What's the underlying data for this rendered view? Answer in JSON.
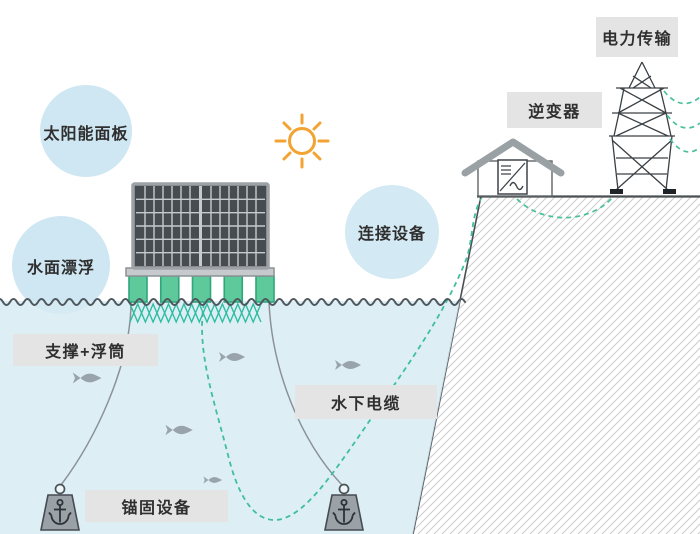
{
  "diagram": {
    "type": "floating-solar-photovoltaic-system",
    "callouts": {
      "solar_panel": "太阳能面板",
      "water_surface_floating": "水面漂浮",
      "connection_device": "连接设备",
      "support_buoy": "支撑+浮筒",
      "underwater_cable": "水下电缆",
      "anchor_device": "锚固设备",
      "inverter": "逆变器",
      "power_transmission": "电力传输"
    },
    "icons": [
      "sun-icon",
      "solar-panel-array",
      "pontoon-floats",
      "truss-zigzag",
      "water-wave",
      "fish-icon",
      "mooring-line",
      "underwater-cable-line",
      "anchor-icon",
      "house-icon",
      "inverter-symbol-icon",
      "transmission-tower-icon",
      "power-line-wires",
      "hatched-shore"
    ],
    "colors": {
      "accent_teal": "#3fbf9b",
      "float_green": "#5ec99b",
      "water_blue": "#d6eaf3",
      "bubble_blue": "#cfe7f2",
      "label_gray": "#e4e4e4",
      "sun_orange": "#f2a332",
      "panel_dark": "#474c50",
      "line_dark": "#3a4045",
      "fish_gray": "#99a3aa",
      "text_dark": "#2f2f2f"
    }
  }
}
